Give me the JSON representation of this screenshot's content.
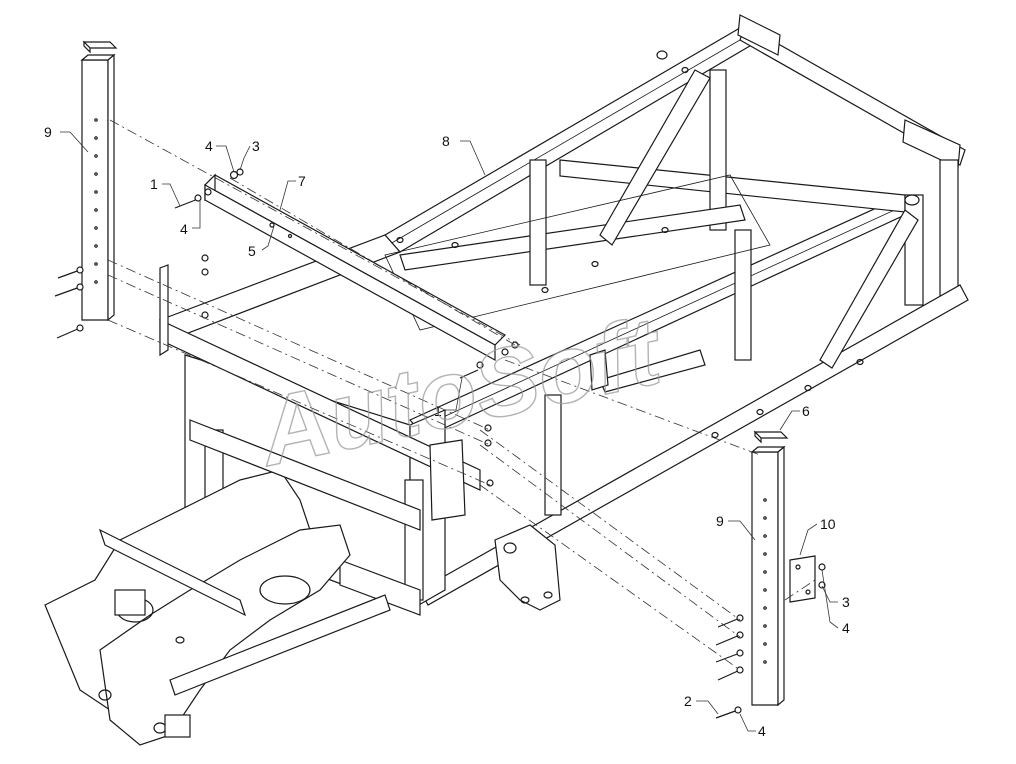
{
  "watermark": "AutoSoft",
  "callouts": {
    "c9a": "9",
    "c4a": "4",
    "c3a": "3",
    "c1a": "1",
    "c4b": "4",
    "c7": "7",
    "c5": "5",
    "c8": "8",
    "c1b": "1",
    "c6": "6",
    "c9b": "9",
    "c10": "10",
    "c3b": "3",
    "c4c": "4",
    "c2": "2",
    "c4d": "4"
  }
}
